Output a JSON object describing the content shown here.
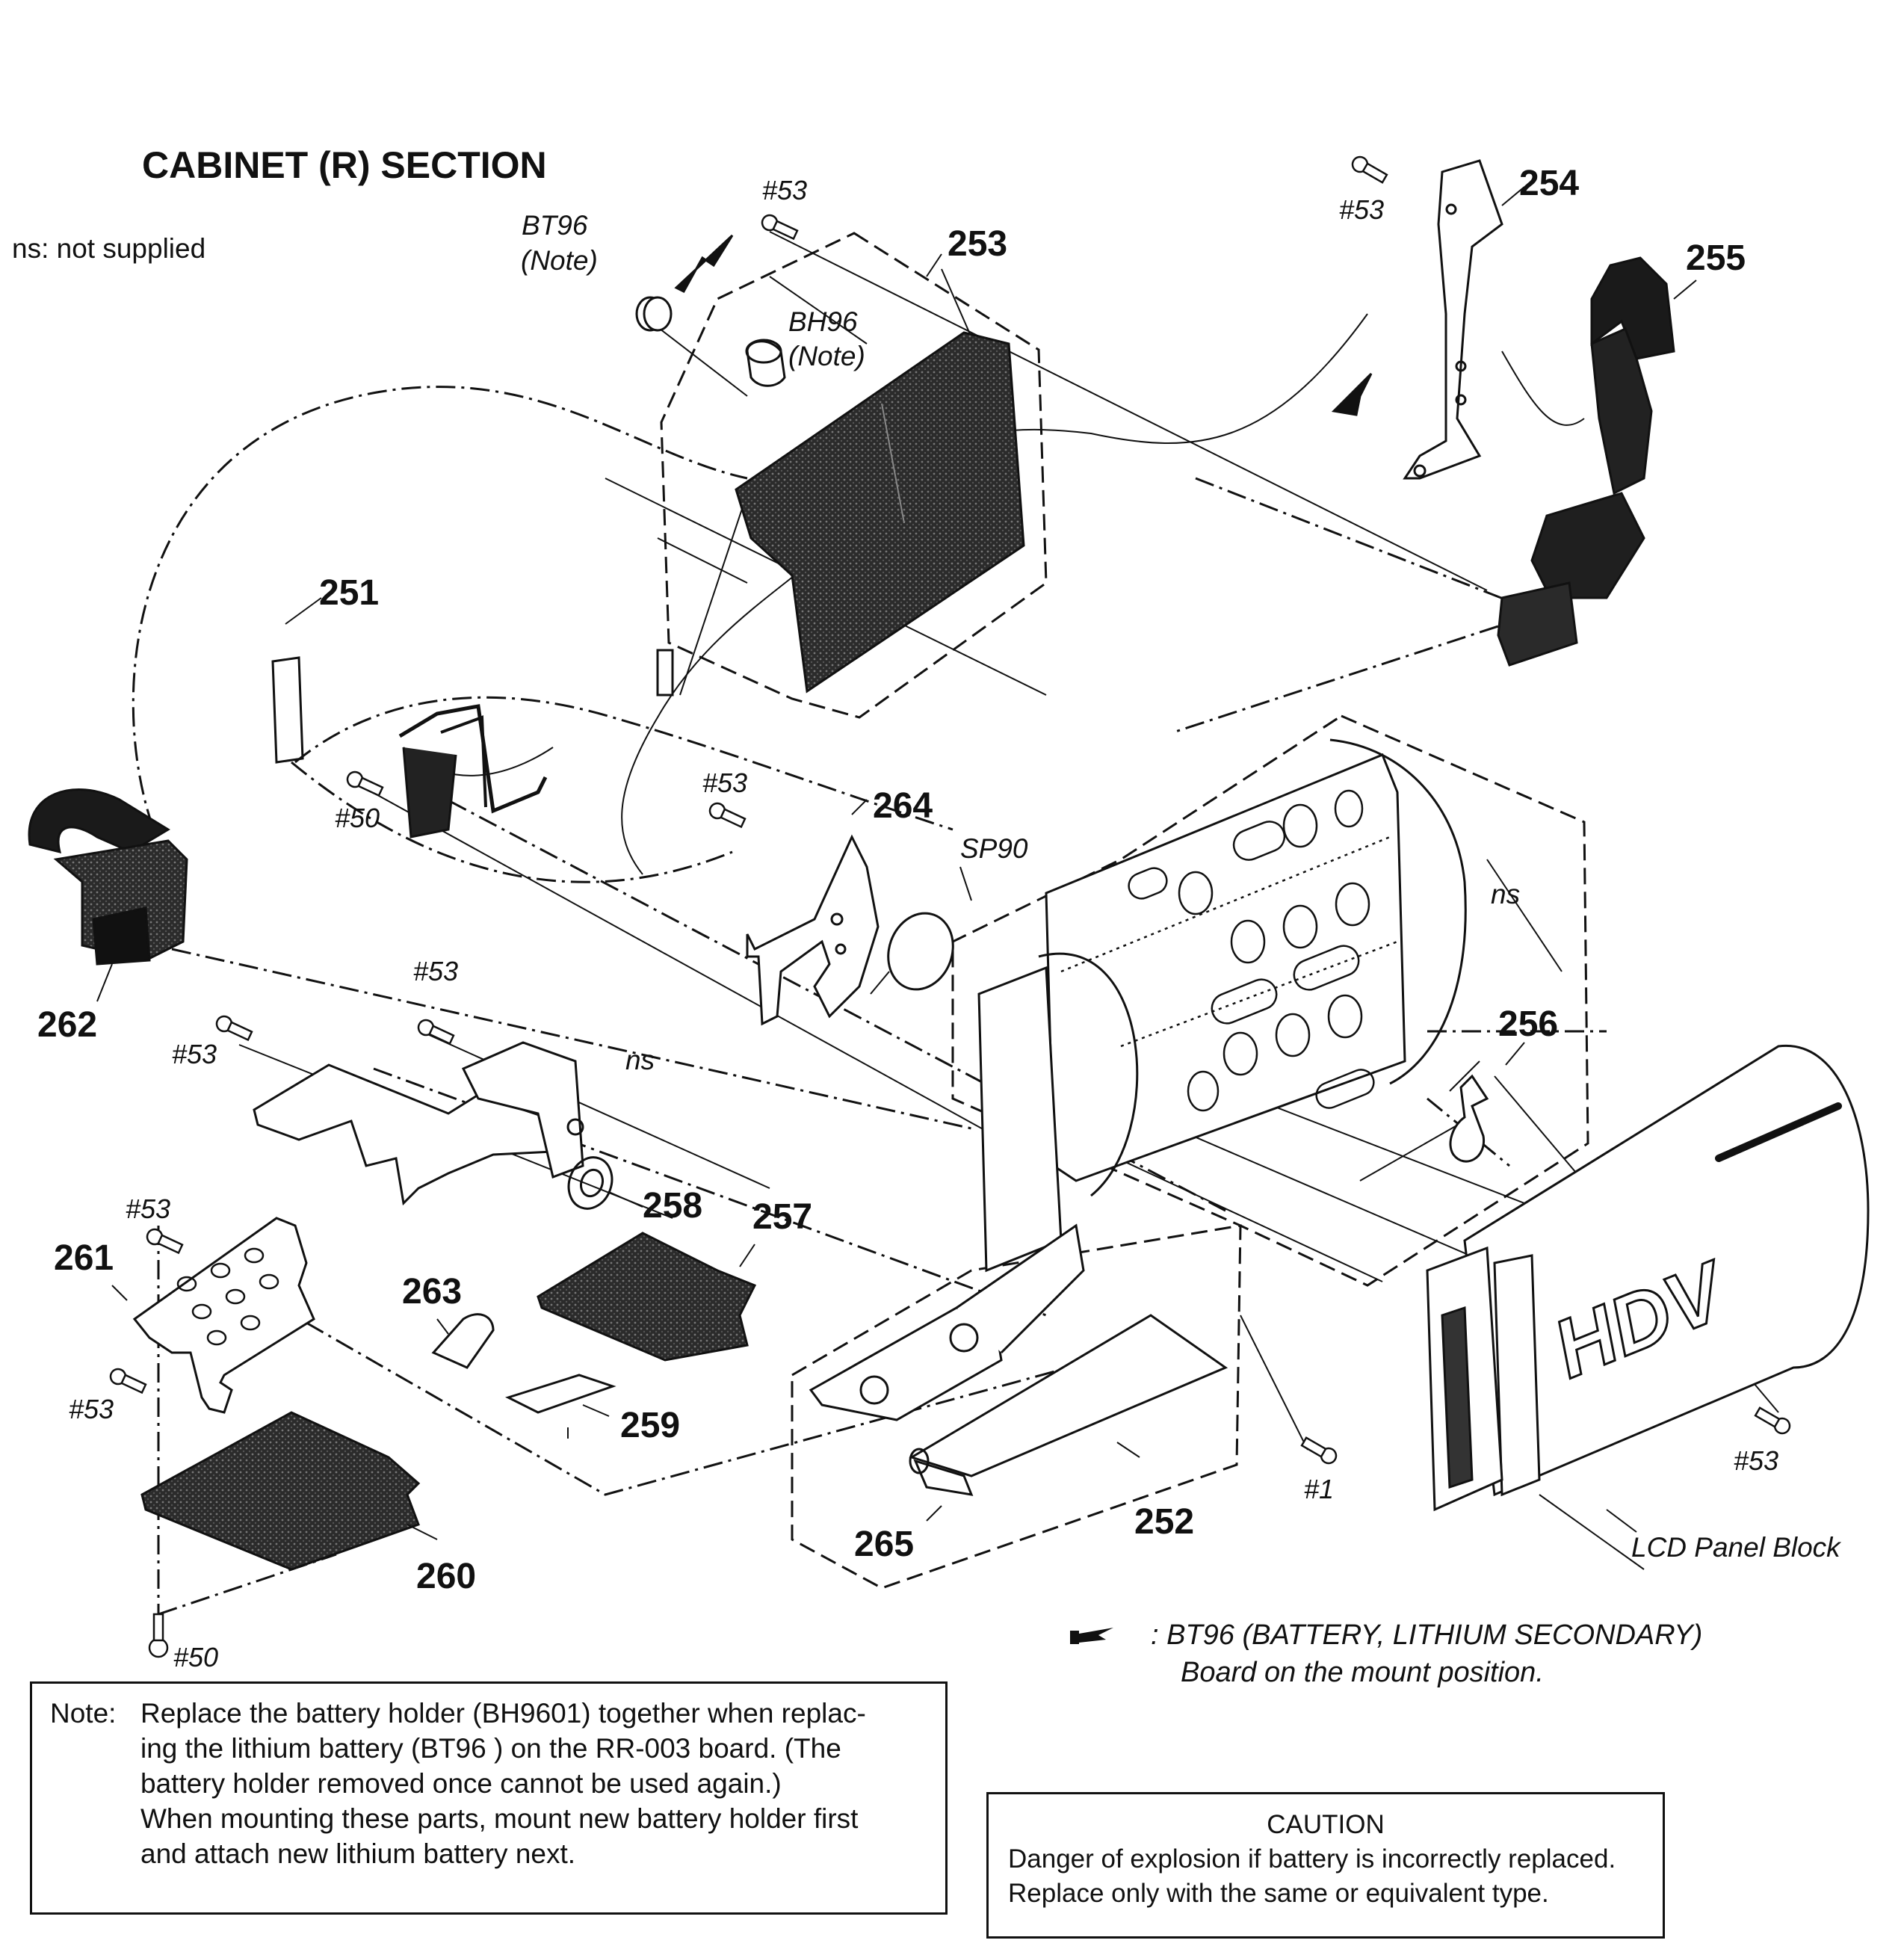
{
  "title": "CABINET (R)  SECTION",
  "legend_ns": "ns: not supplied",
  "parts": {
    "p251": "251",
    "p252": "252",
    "p253": "253",
    "p254": "254",
    "p255": "255",
    "p256": "256",
    "p257": "257",
    "p258": "258",
    "p259": "259",
    "p260": "260",
    "p261": "261",
    "p262": "262",
    "p263": "263",
    "p264": "264",
    "p265": "265"
  },
  "refs": {
    "bt96": "BT96",
    "note_tag": "(Note)",
    "bh96": "BH96",
    "sp90": "SP90",
    "ns": "ns",
    "lcd": "LCD Panel Block",
    "hdv": "HDV"
  },
  "screws": {
    "s53": "#53",
    "s50": "#50",
    "s1": "#1"
  },
  "battery_legend": {
    "line1": ":  BT96     (BATTERY, LITHIUM SECONDARY)",
    "line2": "Board on the mount position."
  },
  "note": {
    "prefix": "Note:",
    "lines": [
      "Replace the battery holder (BH9601) together when replac-",
      "ing the lithium battery (BT96    ) on the RR-003 board. (The",
      "battery holder removed once cannot be used again.)",
      "When mounting these parts, mount new battery holder first",
      "and attach new lithium battery next."
    ]
  },
  "caution": {
    "title": "CAUTION",
    "line1": "Danger of explosion if battery is incorrectly replaced.",
    "line2": "Replace only with the same or equivalent type."
  }
}
